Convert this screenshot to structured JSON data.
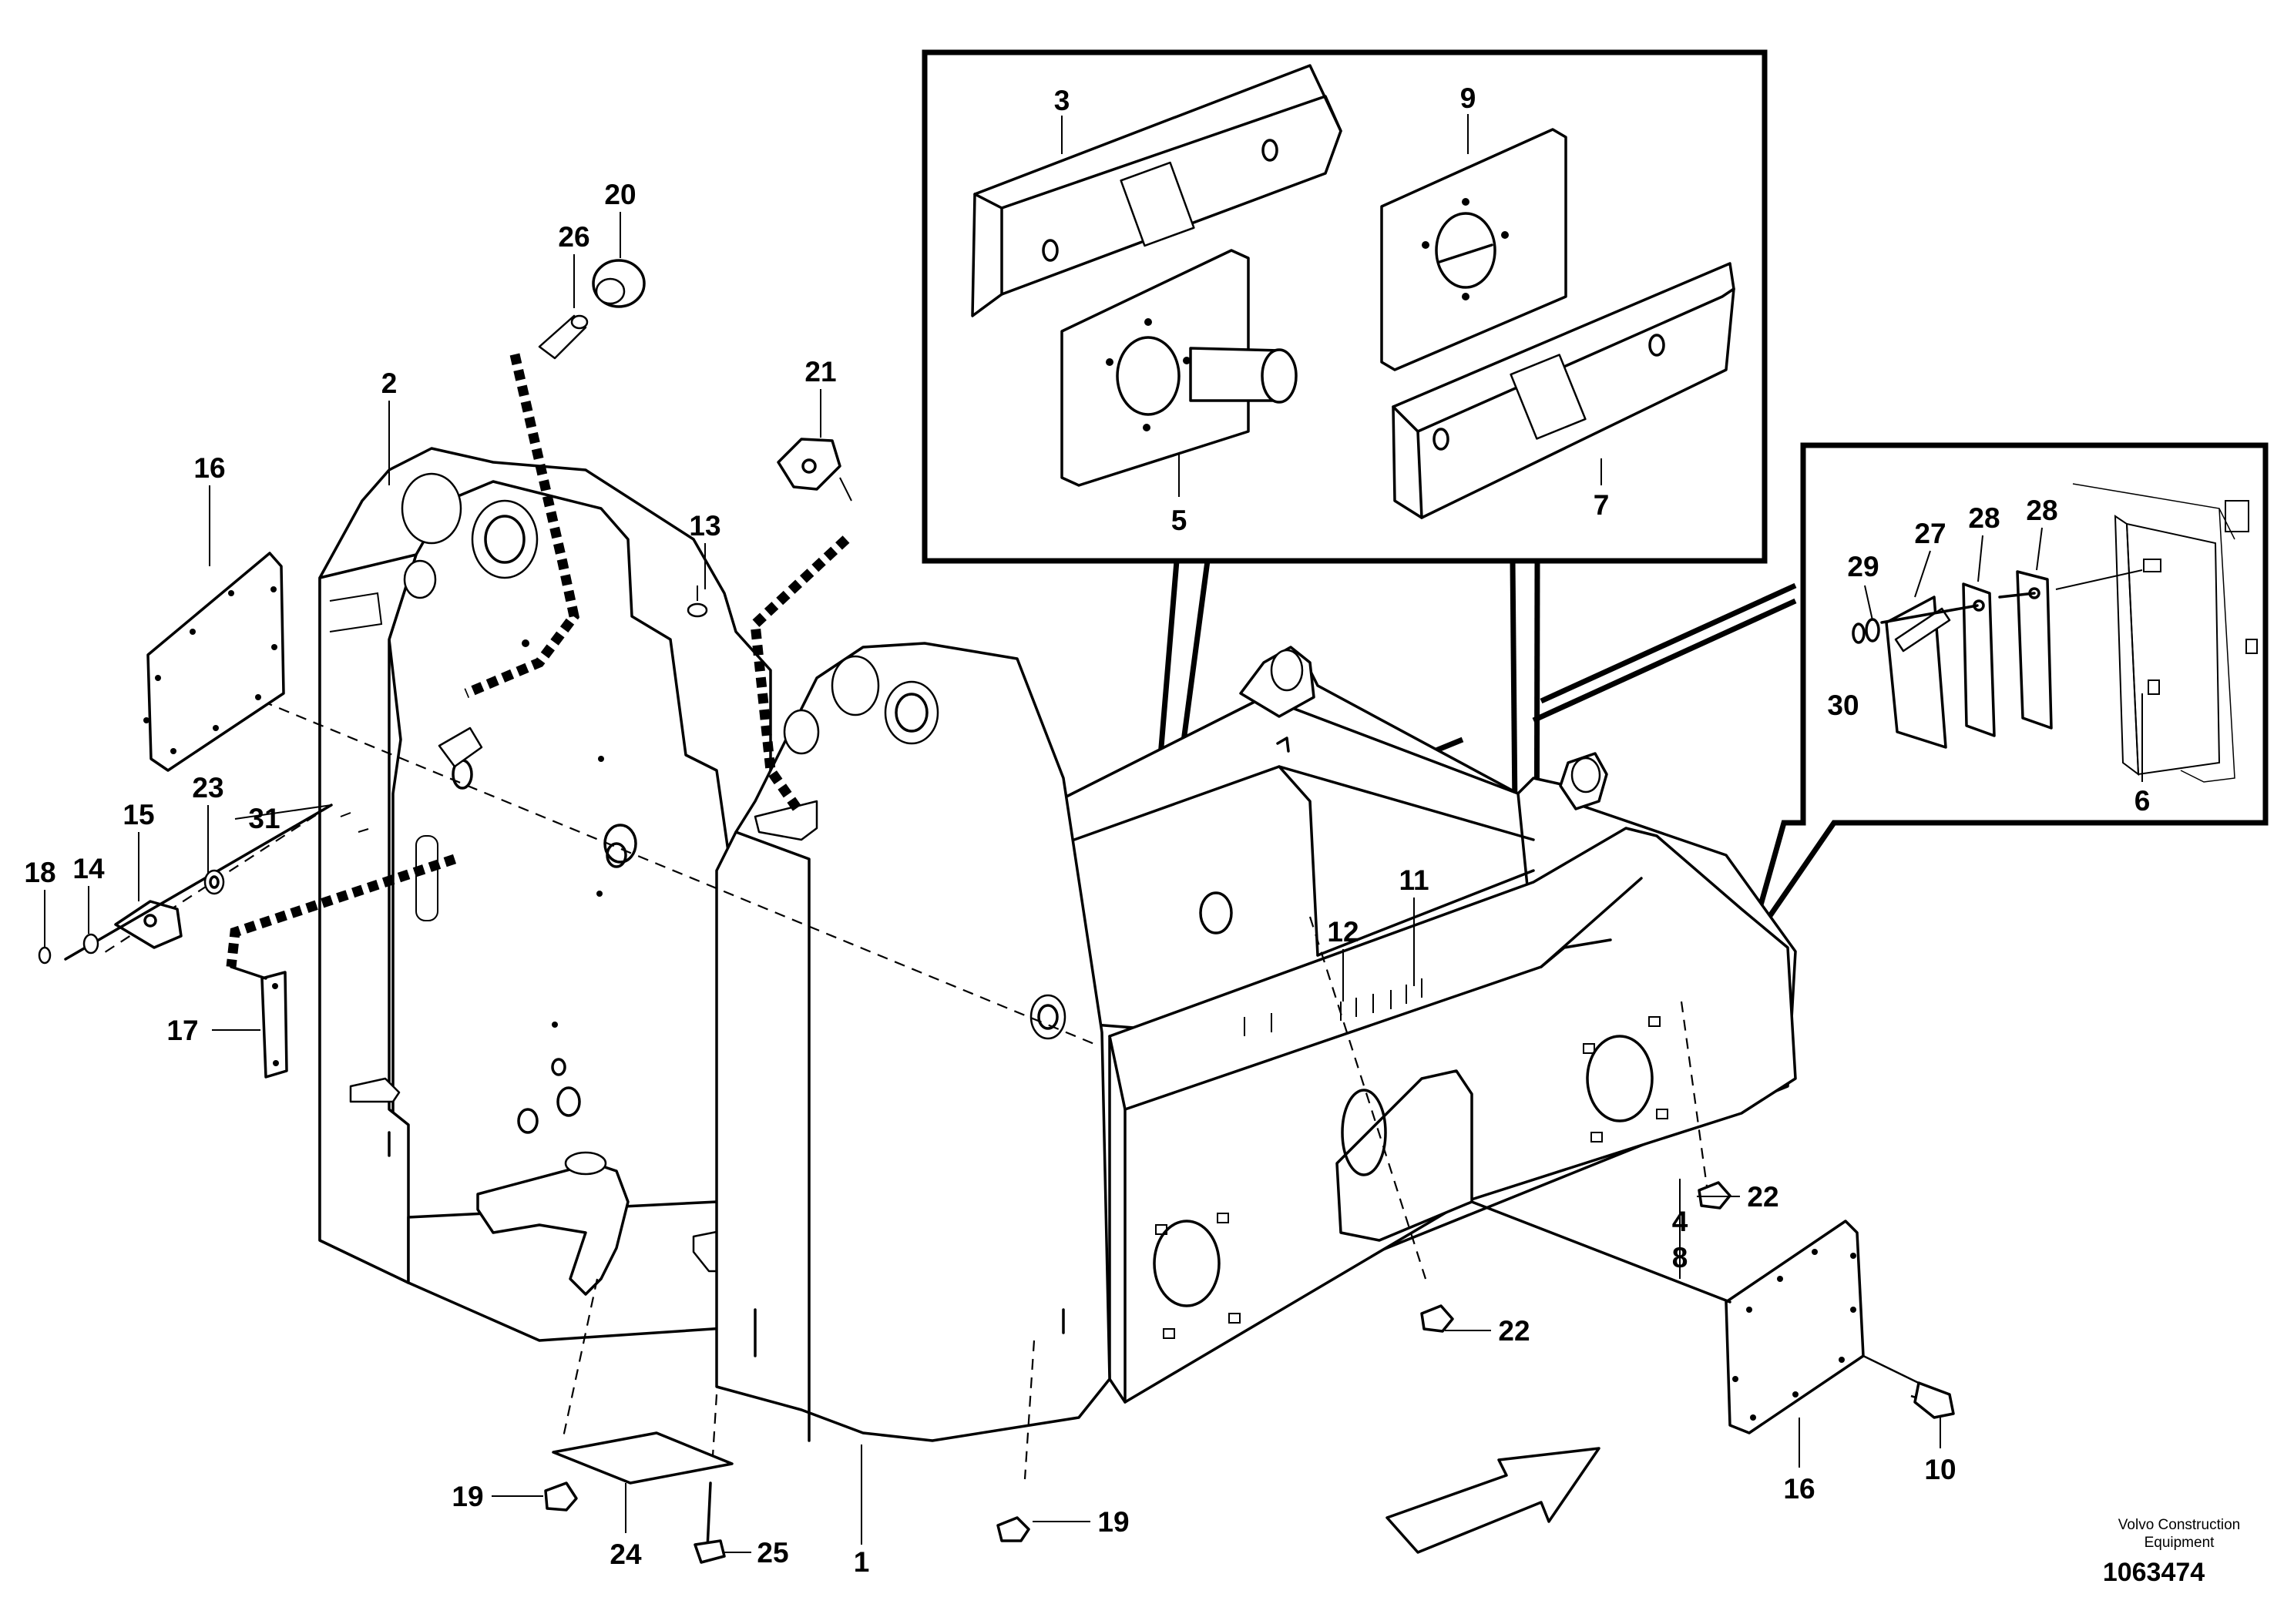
{
  "diagram": {
    "callouts": [
      "1",
      "2",
      "3",
      "4",
      "5",
      "6",
      "7",
      "8",
      "9",
      "10",
      "11",
      "12",
      "13",
      "14",
      "15",
      "16",
      "16",
      "17",
      "18",
      "19",
      "19",
      "20",
      "21",
      "22",
      "22",
      "23",
      "24",
      "25",
      "26",
      "27",
      "28",
      "28",
      "29",
      "30",
      "31"
    ],
    "credit_line1": "Volvo Construction",
    "credit_line2": "Equipment",
    "figure_number": "1063474"
  }
}
